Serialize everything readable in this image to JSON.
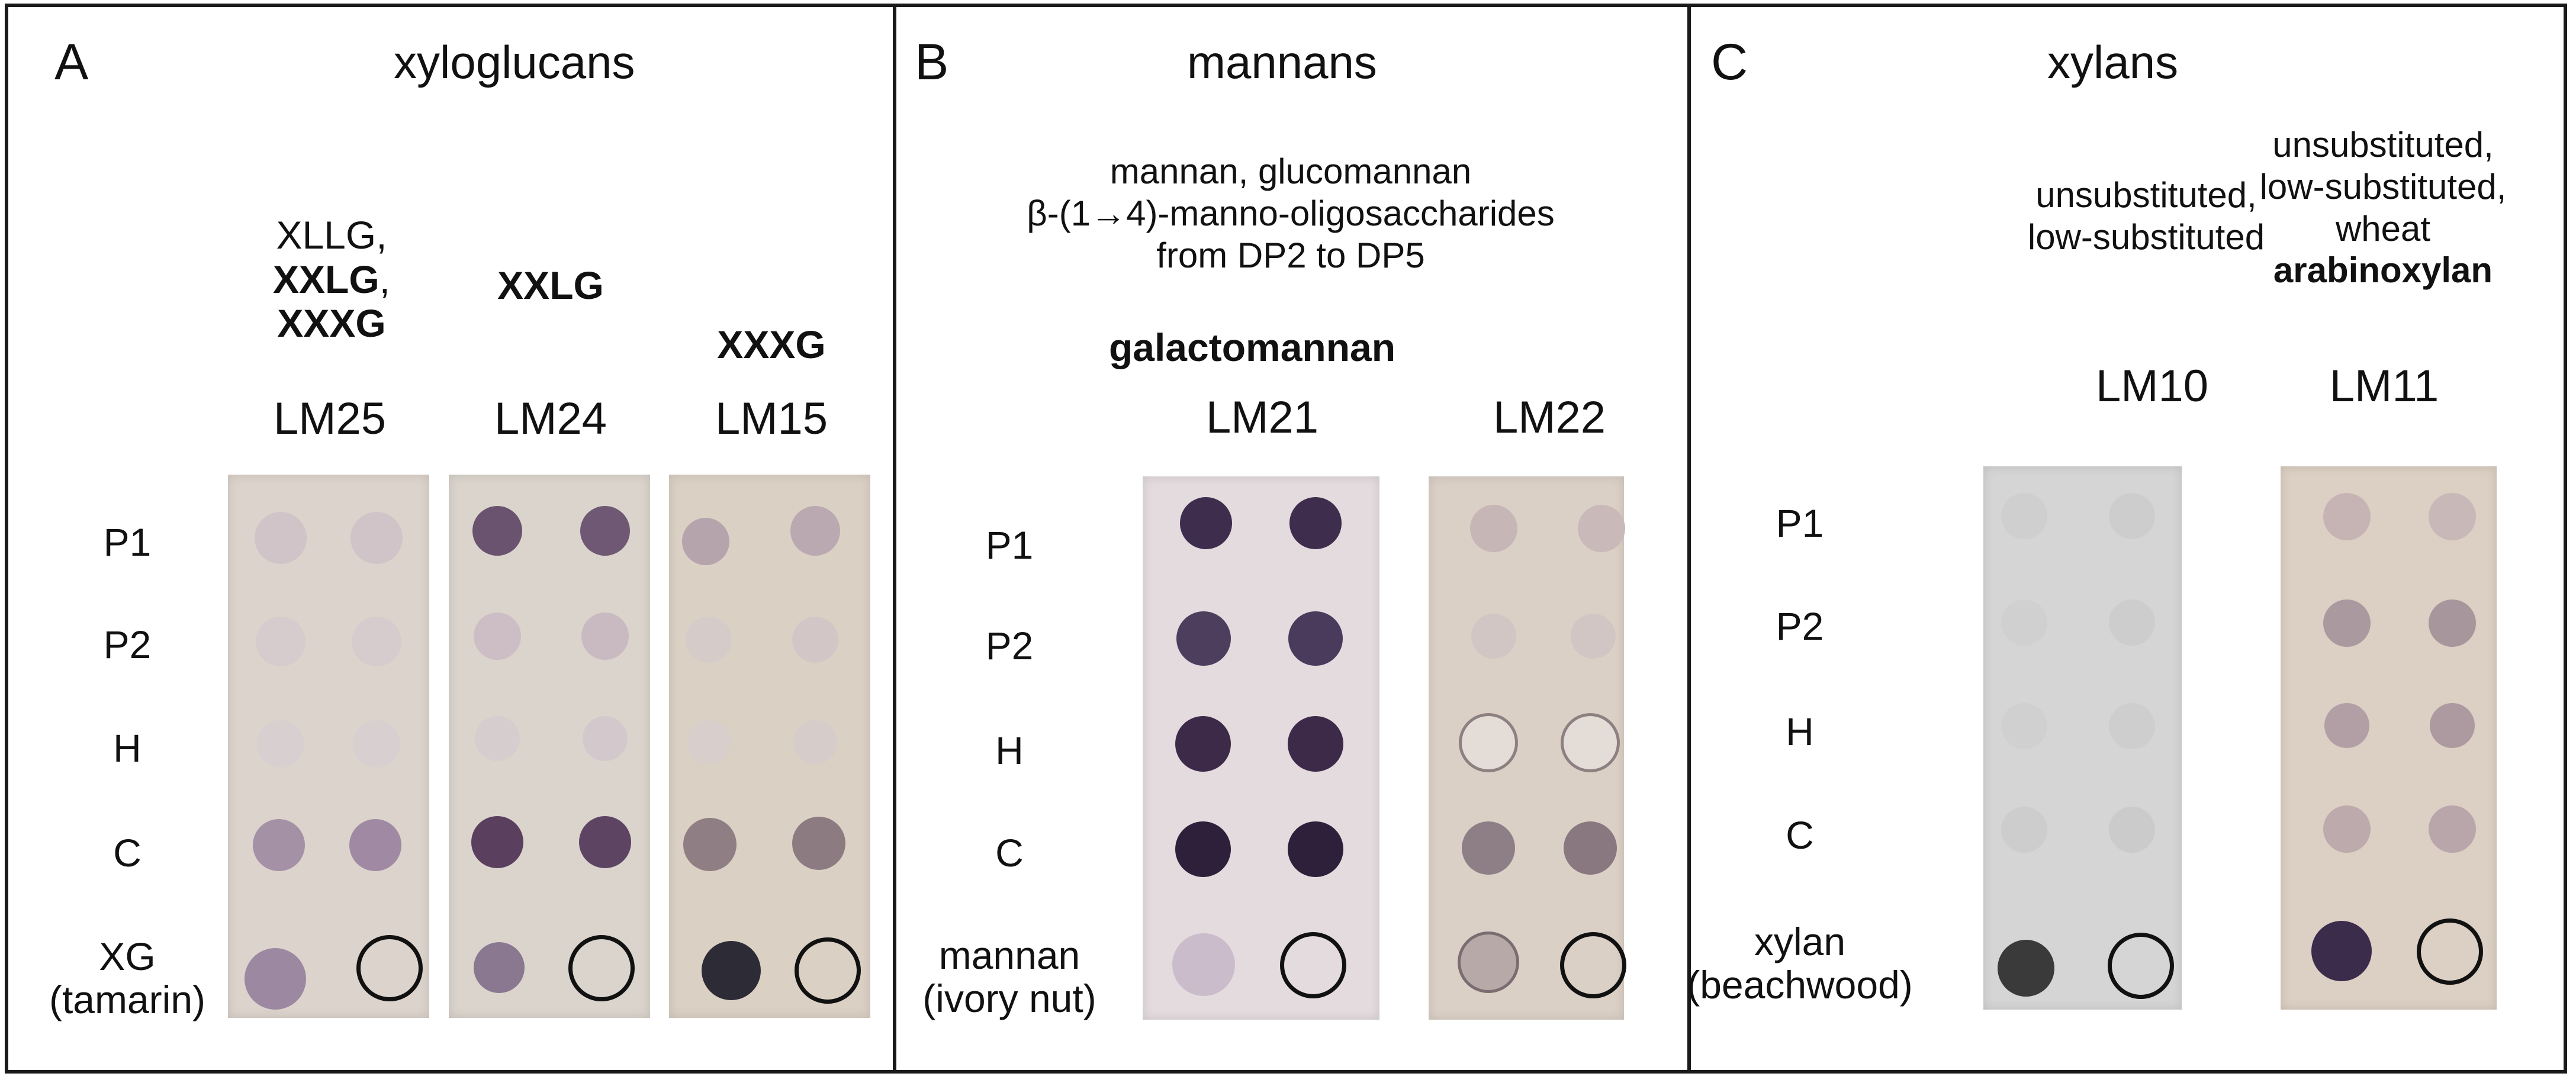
{
  "panels": [
    {
      "letter": "A",
      "title": "xyloglucans",
      "rows": [
        "P1",
        "P2",
        "H",
        "C"
      ],
      "row_last_line1": "XG",
      "row_last_line2": "(tamarin)",
      "epitopes": {
        "lm25_line1": "XLLG,",
        "lm25_line2_bold": "XXLG",
        "lm25_line2_comma": ",",
        "lm25_line3": "XXXG",
        "lm24": "XXLG",
        "lm15": "XXXG"
      },
      "antibodies": [
        "LM25",
        "LM24",
        "LM15"
      ]
    },
    {
      "letter": "B",
      "title": "mannans",
      "desc_line1": "mannan,  glucomannan",
      "desc_line2": "β-(1→4)-manno-oligosaccharides",
      "desc_line3": "from DP2  to DP5",
      "epitope_bold": "galactomannan",
      "rows": [
        "P1",
        "P2",
        "H",
        "C"
      ],
      "row_last_line1": "mannan",
      "row_last_line2": "(ivory nut)",
      "antibodies": [
        "LM21",
        "LM22"
      ]
    },
    {
      "letter": "C",
      "title": "xylans",
      "lm10_desc_line1": "unsubstituted,",
      "lm10_desc_line2": "low-substituted",
      "lm11_desc_line1": "unsubstituted,",
      "lm11_desc_line2": "low-substituted,",
      "lm11_desc_line3": "wheat",
      "lm11_desc_bold": "arabinoxylan",
      "rows": [
        "P1",
        "P2",
        "H",
        "C"
      ],
      "row_last_line1": "xylan",
      "row_last_line2": "(beachwood)",
      "antibodies": [
        "LM10",
        "LM11"
      ]
    }
  ],
  "blot_colors": {
    "membrane_pinkish": "#d9cec6",
    "membrane_grey": "#d2d2d2",
    "membrane_tan": "#ddd0c3",
    "dot_dark": "#3e2a4a",
    "dot_faint": "#cbbfc4"
  }
}
